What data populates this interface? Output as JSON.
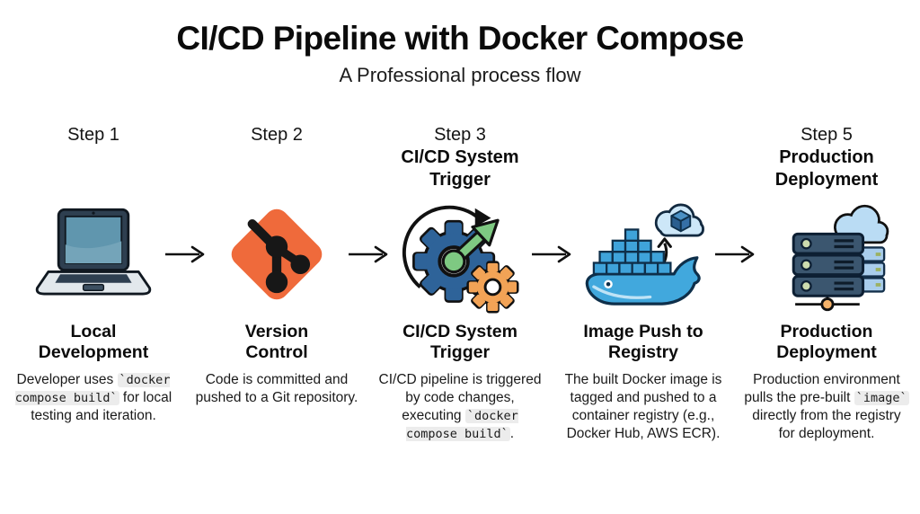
{
  "header": {
    "title": "CI/CD Pipeline with Docker Compose",
    "subtitle": "A Professional process flow"
  },
  "colors": {
    "text": "#111111",
    "code_bg": "#ececec",
    "git_orange": "#ef6a3b",
    "docker_blue": "#41a8dd",
    "docker_outline": "#0e2f4a",
    "cloud_blue": "#cde7f8",
    "gear_blue": "#2e6399",
    "arrow_green": "#7ec982",
    "gear_orange": "#f2a356",
    "server_navy": "#3b566f",
    "server_light_blue": "#a9cdec",
    "node_orange": "#f6b36a",
    "laptop_screen": "#6096ae",
    "laptop_frame": "#2e3f50"
  },
  "steps": [
    {
      "label": "Step 1",
      "icon": "laptop-icon",
      "title_lines": [
        "Local",
        "Development"
      ],
      "description": [
        {
          "t": "Developer uses "
        },
        {
          "c": "`docker compose build`"
        },
        {
          "t": " for local testing and iteration."
        }
      ]
    },
    {
      "label": "Step 2",
      "icon": "git-icon",
      "title_lines": [
        "Version",
        "Control"
      ],
      "description": [
        {
          "t": "Code is committed and pushed to a Git repository."
        }
      ]
    },
    {
      "label": "Step 3",
      "pre_header_lines": [
        "CI/CD System",
        "Trigger"
      ],
      "icon": "cicd-gears-icon",
      "title_lines": [
        "CI/CD System",
        "Trigger"
      ],
      "description": [
        {
          "t": "CI/CD pipeline is triggered by code changes, executing "
        },
        {
          "c": "`docker compose build`"
        },
        {
          "t": "."
        }
      ]
    },
    {
      "label": "",
      "icon": "docker-whale-icon",
      "title_lines": [
        "Image Push to",
        "Registry"
      ],
      "description": [
        {
          "t": "The built Docker image is tagged and pushed to a container registry (e.g., Docker Hub, AWS ECR)."
        }
      ]
    },
    {
      "label": "Step 5",
      "pre_header_lines": [
        "Production",
        "Deployment"
      ],
      "icon": "server-stack-icon",
      "title_lines": [
        "Production",
        "Deployment"
      ],
      "description": [
        {
          "t": "Production environment pulls the pre-built "
        },
        {
          "c": "`image`"
        },
        {
          "t": " directly from the registry for deployment."
        }
      ]
    }
  ]
}
